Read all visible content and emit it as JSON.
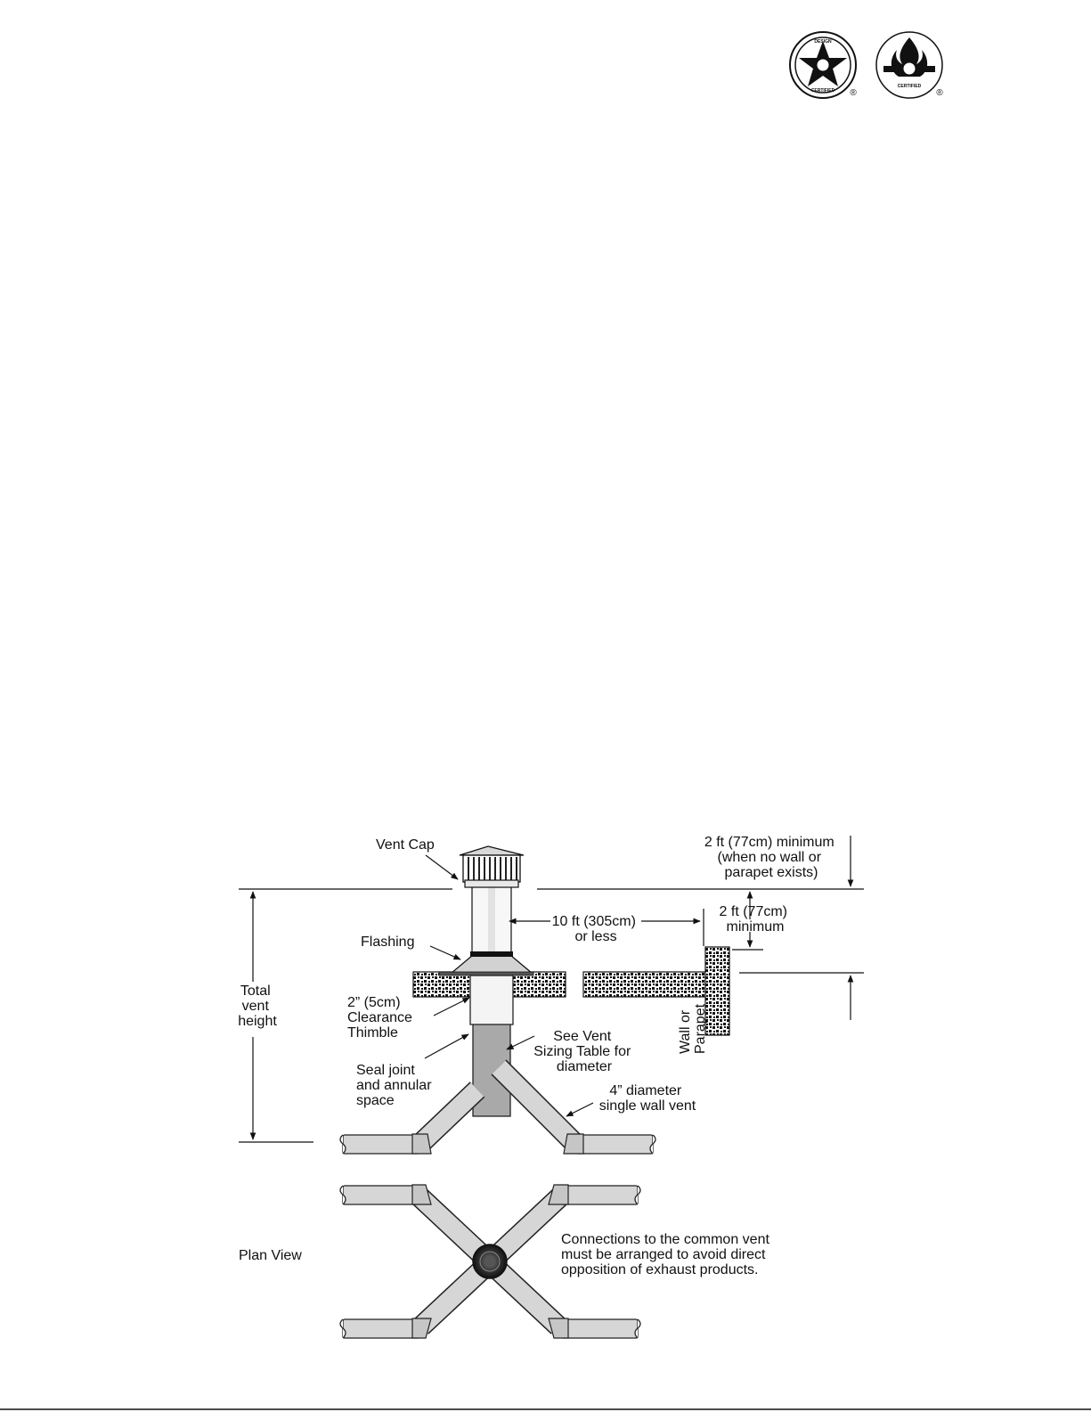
{
  "logos": {
    "logo1": {
      "top": "DESIGN",
      "bottom": "CERTIFIED",
      "mark": "®"
    },
    "logo2": {
      "bottom": "CERTIFIED",
      "mark": "®"
    }
  },
  "labels": {
    "vent_cap": "Vent Cap",
    "flashing": "Flashing",
    "total_vent_height": [
      "Total",
      "vent",
      "height"
    ],
    "clearance_thimble": [
      "2” (5cm)",
      "Clearance",
      "Thimble"
    ],
    "seal_joint": [
      "Seal joint",
      "and annular",
      "space"
    ],
    "see_vent_sizing": [
      "See Vent",
      "Sizing Table for",
      "diameter"
    ],
    "four_inch": [
      "4” diameter",
      "single wall vent"
    ],
    "ten_ft": [
      "10 ft (305cm)",
      "or less"
    ],
    "two_ft_min": [
      "2 ft (77cm)",
      "minimum"
    ],
    "two_ft_min_no_wall": [
      "2 ft (77cm) minimum",
      "(when no wall or",
      "parapet exists)"
    ],
    "wall_or_parapet": [
      "Wall or",
      "Parapet"
    ],
    "plan_view": "Plan View",
    "connections_note": [
      "Connections to the common vent",
      "must be arranged to avoid direct",
      "opposition of exhaust products."
    ]
  }
}
